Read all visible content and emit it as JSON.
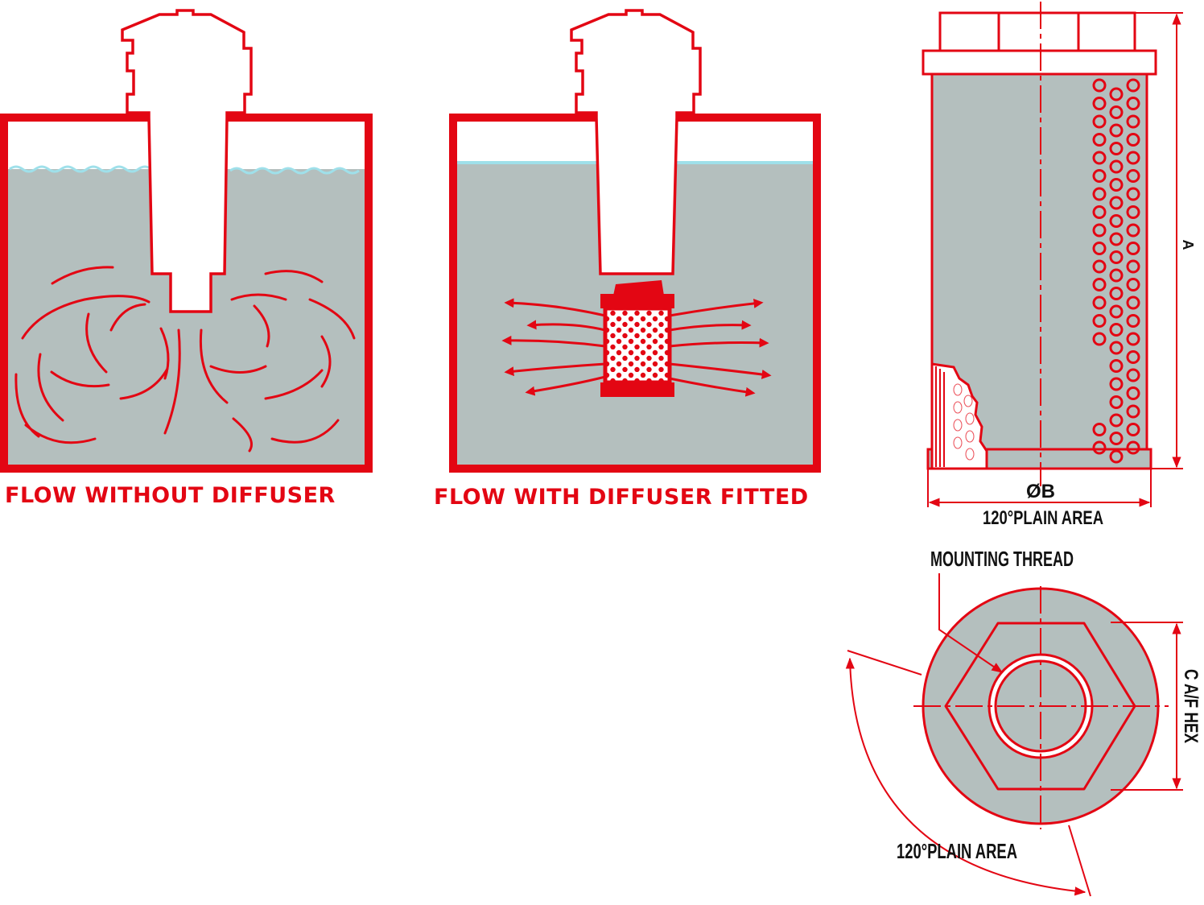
{
  "captions": {
    "left": "FLOW WITHOUT DIFFUSER",
    "middle": "FLOW WITH DIFFUSER FITTED"
  },
  "dimensions": {
    "height": "A",
    "diameter": "ØB",
    "plain_area_side": "120°PLAIN AREA",
    "mounting_thread": "MOUNTING THREAD",
    "hex": "C A/F HEX",
    "plain_area_bottom": "120°PLAIN AREA"
  },
  "colors": {
    "red": "#e30613",
    "fluid": "#b4bfbe",
    "surface": "#9fe0ea",
    "dark": "#111111"
  }
}
